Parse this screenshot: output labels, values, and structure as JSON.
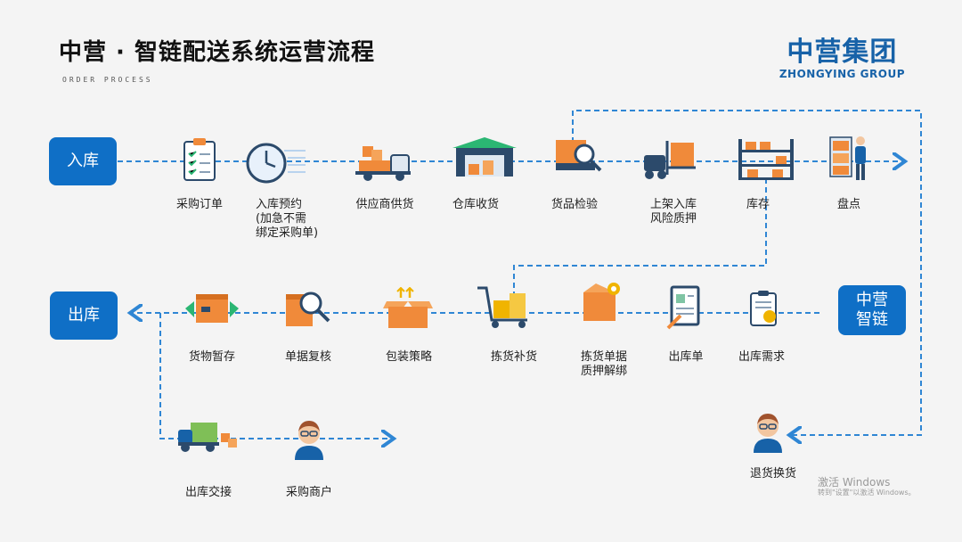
{
  "header": {
    "title": "中营 · 智链配送系统运营流程",
    "subtitle": "ORDER PROCESS"
  },
  "logo": {
    "name_cn": "中营集团",
    "name_en": "ZHONGYING GROUP"
  },
  "badges": {
    "inbound": "入库",
    "outbound": "出库",
    "system": "中营\n智链"
  },
  "inbound_steps": [
    {
      "label": "采购订单",
      "icon": "clipboard-checklist-icon"
    },
    {
      "label": "入库预约\n(加急不需\n绑定采购单)",
      "icon": "clock-icon"
    },
    {
      "label": "供应商供货",
      "icon": "truck-icon"
    },
    {
      "label": "仓库收货",
      "icon": "warehouse-icon"
    },
    {
      "label": "货品检验",
      "icon": "package-inspect-icon"
    },
    {
      "label": "上架入库\n风险质押",
      "icon": "forklift-icon"
    },
    {
      "label": "库存",
      "icon": "shelves-icon"
    },
    {
      "label": "盘点",
      "icon": "worker-cart-icon"
    }
  ],
  "outbound_steps": [
    {
      "label": "货物暂存",
      "icon": "package-hold-icon"
    },
    {
      "label": "单据复核",
      "icon": "document-review-icon"
    },
    {
      "label": "包装策略",
      "icon": "open-box-icon"
    },
    {
      "label": "拣货补货",
      "icon": "hand-cart-icon"
    },
    {
      "label": "拣货单据\n质押解绑",
      "icon": "box-gear-icon"
    },
    {
      "label": "出库单",
      "icon": "order-sheet-icon"
    },
    {
      "label": "出库需求",
      "icon": "clipboard-icon"
    }
  ],
  "delivery_steps": [
    {
      "label": "出库交接",
      "icon": "delivery-truck-icon"
    },
    {
      "label": "采购商户",
      "icon": "merchant-avatar-icon"
    }
  ],
  "returns": {
    "label": "退货换货",
    "icon": "customer-avatar-icon"
  },
  "watermark": {
    "line1": "激活 Windows",
    "line2": "转到\"设置\"以激活 Windows。"
  },
  "colors": {
    "accent": "#0f6fc6",
    "line": "#2f86d4",
    "orange": "#f08a3a"
  }
}
